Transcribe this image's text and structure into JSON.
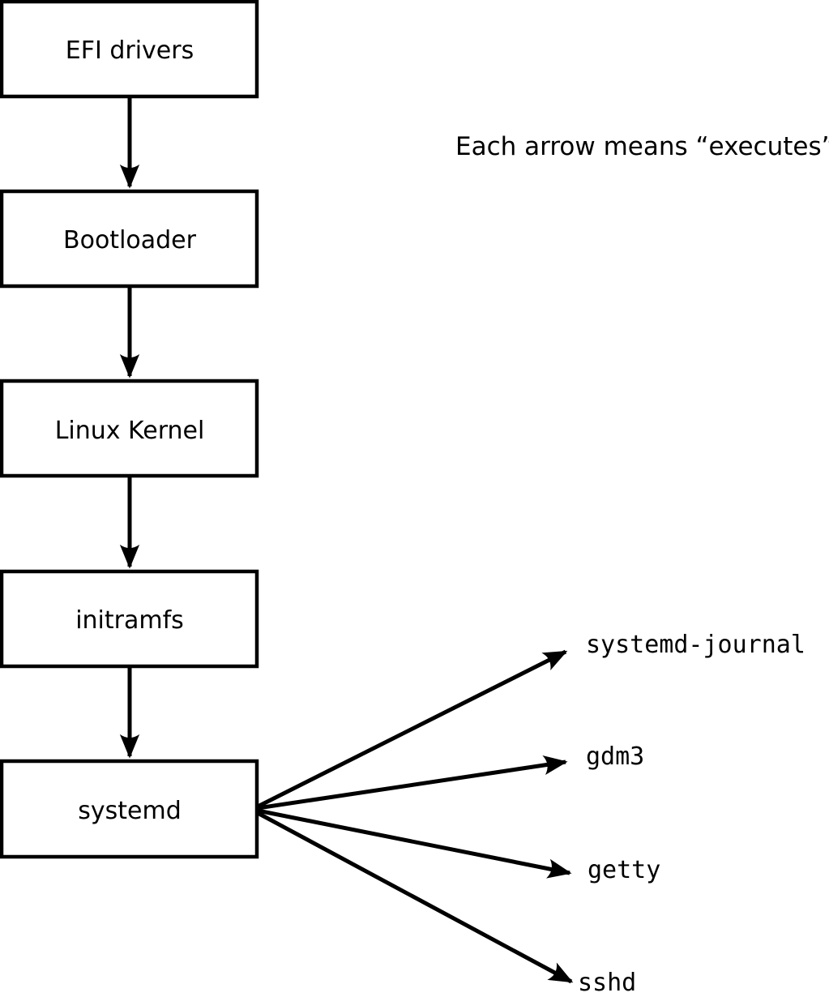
{
  "diagram": {
    "title_annotation": "Each arrow means “executes”.",
    "colors": {
      "stroke": "#000000",
      "box_fill": "#ffffff",
      "background": "#ffffff"
    },
    "boot_chain": [
      {
        "label": "EFI drivers"
      },
      {
        "label": "Bootloader"
      },
      {
        "label": "Linux Kernel"
      },
      {
        "label": "initramfs"
      },
      {
        "label": "systemd"
      }
    ],
    "systemd_branches": [
      {
        "label": "systemd-journal"
      },
      {
        "label": "gdm3"
      },
      {
        "label": "getty"
      },
      {
        "label": "sshd"
      }
    ]
  }
}
